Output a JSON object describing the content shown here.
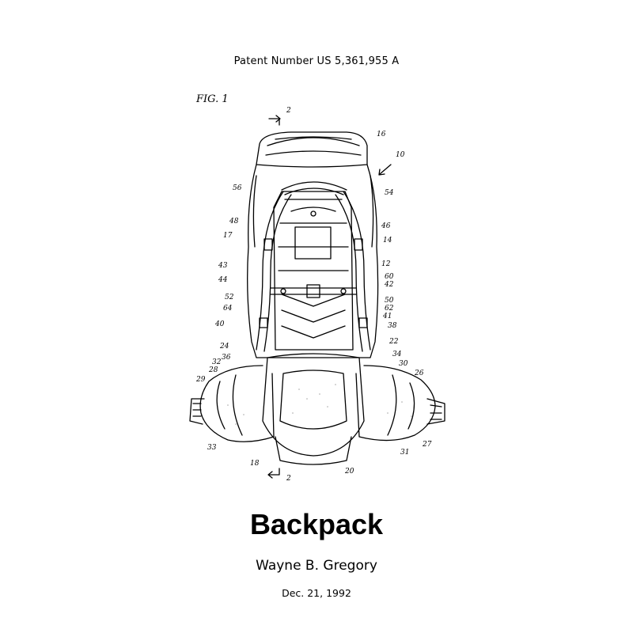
{
  "header": {
    "patent_number": "Patent Number US 5,361,955 A"
  },
  "figure": {
    "label": "FIG. 1",
    "section_marker": "2",
    "assembly_ref": "10",
    "reference_numerals": [
      "16",
      "56",
      "54",
      "48",
      "46",
      "17",
      "14",
      "43",
      "12",
      "44",
      "60",
      "42",
      "52",
      "50",
      "64",
      "62",
      "41",
      "40",
      "38",
      "24",
      "22",
      "36",
      "34",
      "32",
      "30",
      "28",
      "26",
      "29",
      "27",
      "33",
      "31",
      "18",
      "20"
    ]
  },
  "title": "Backpack",
  "inventor": "Wayne B. Gregory",
  "date": "Dec. 21, 1992"
}
